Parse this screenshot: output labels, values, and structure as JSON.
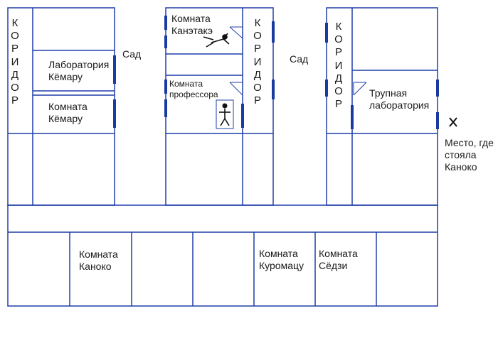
{
  "labels": {
    "corridor": "КОРИДОР",
    "garden": "Сад",
    "lab_kemaru": "Лаборатория\nКёмару",
    "room_kemaru": "Комната\nКёмару",
    "room_kanetake": "Комната\nКанэтакэ",
    "room_professor": "Комната\nпрофессора",
    "pipe_lab": "Трупная\nлаборатория",
    "kanoko_spot": "Место, где\nстояла\nКаноко",
    "room_kanoko": "Комната\nКаноко",
    "room_kuromatsu": "Комната\nКуромацу",
    "room_sedzi": "Комната\nСёдзи"
  },
  "icons": {
    "figure": "stick-figure-icon",
    "running_figure": "running-figure-icon",
    "cross": "cross-mark-icon"
  },
  "colors": {
    "wall": "#1f3fa8",
    "door": "#1a3aa0",
    "text": "#1a1a1a"
  }
}
